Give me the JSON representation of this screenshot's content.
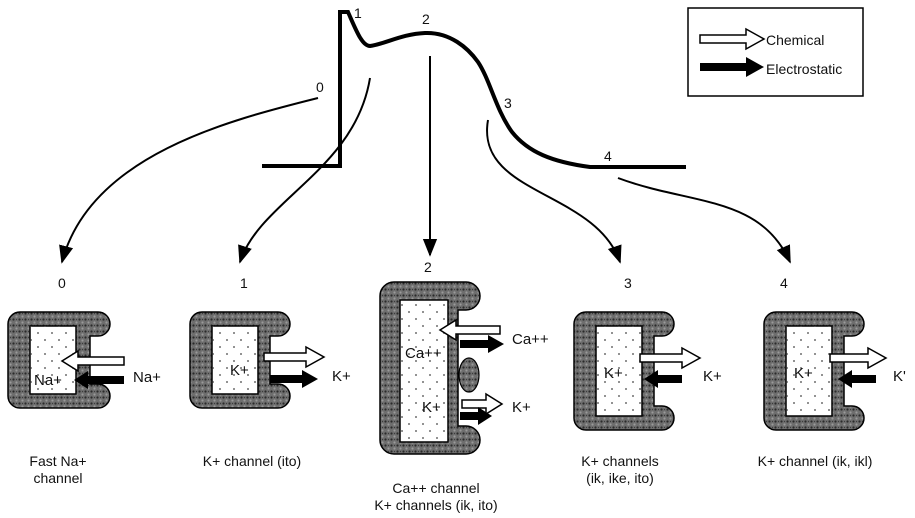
{
  "legend": {
    "chemical": "Chemical",
    "electrostatic": "Electrostatic"
  },
  "action_potential": {
    "phase_labels": [
      "0",
      "1",
      "2",
      "3",
      "4"
    ]
  },
  "cells": [
    {
      "phase": "0",
      "inside_ion": "Na+",
      "outside_ion": "Na+",
      "caption_line1": "Fast Na+",
      "caption_line2": "channel"
    },
    {
      "phase": "1",
      "inside_ion": "K+",
      "outside_ion": "K+",
      "caption_line1": "K+ channel (ito)"
    },
    {
      "phase": "2",
      "inside_ion_upper": "Ca++",
      "outside_ion_upper": "Ca++",
      "inside_ion_lower": "K+",
      "outside_ion_lower": "K+",
      "caption_line1": "Ca++ channel",
      "caption_line2": "K+ channels (ik, ito)"
    },
    {
      "phase": "3",
      "inside_ion": "K+",
      "outside_ion": "K+",
      "caption_line1": "K+ channels",
      "caption_line2": "(ik, ike, ito)"
    },
    {
      "phase": "4",
      "inside_ion": "K+",
      "outside_ion": "K'",
      "caption_line1": "K+ channel (ik, ikl)"
    }
  ]
}
